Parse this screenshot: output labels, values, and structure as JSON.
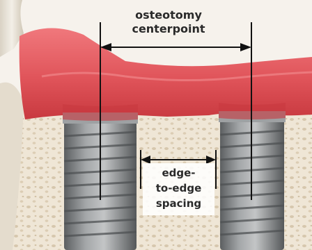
{
  "annotations": {
    "centerpoint_line1": "osteotomy",
    "centerpoint_line2": "centerpoint",
    "spacing_line1": "edge-",
    "spacing_line2": "to-edge",
    "spacing_line3": "spacing"
  },
  "colors": {
    "gum": "#e0545a",
    "gum_dark": "#c8393f",
    "bone": "#efe6d6",
    "bone_pore": "#d6c6ac",
    "implant": "#8f9294",
    "implant_dark": "#5c5f61",
    "arrow": "#111111"
  }
}
